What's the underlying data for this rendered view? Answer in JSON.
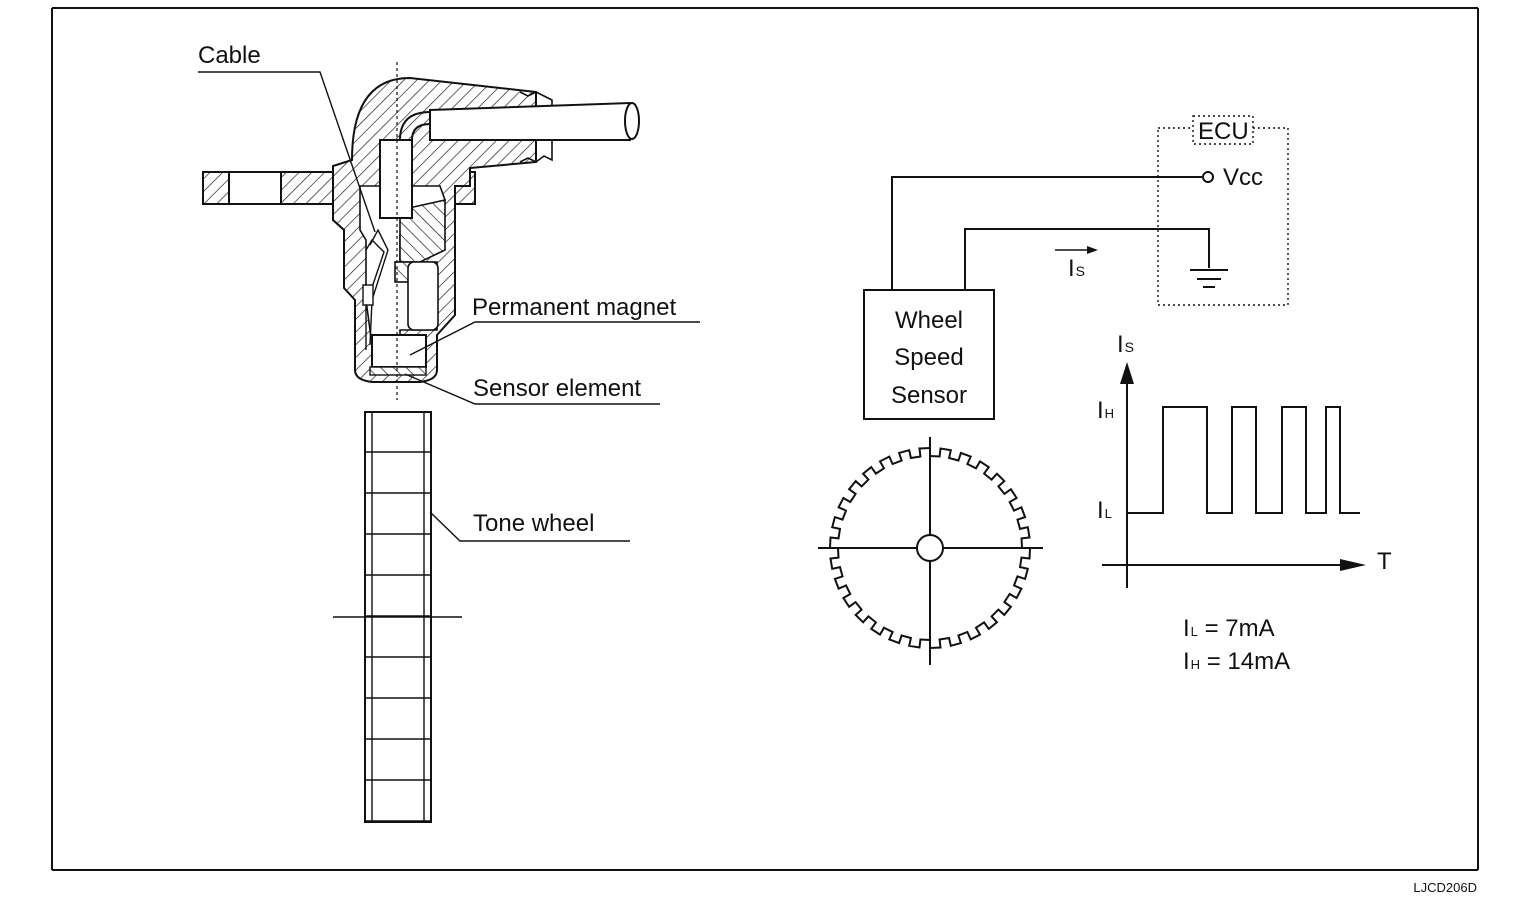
{
  "labels": {
    "cable": "Cable",
    "permanent_magnet": "Permanent magnet",
    "sensor_element": "Sensor element",
    "tone_wheel": "Tone wheel",
    "ecu": "ECU",
    "vcc": "Vcc",
    "is_main": "I",
    "is_sub": "S",
    "wss_line1": "Wheel",
    "wss_line2": "Speed",
    "wss_line3": "Sensor",
    "axis_y_main": "I",
    "axis_y_sub": "S",
    "ih_main": "I",
    "ih_sub": "H",
    "il_main": "I",
    "il_sub": "L",
    "axis_t": "T"
  },
  "formulas": {
    "il": {
      "main": "I",
      "sub": "L",
      "value": " = 7mA"
    },
    "ih": {
      "main": "I",
      "sub": "H",
      "value": " = 14mA"
    }
  },
  "reference_code": "LJCD206D",
  "chart_data": {
    "type": "line",
    "title": "",
    "xlabel": "T",
    "ylabel": "Is",
    "levels": {
      "IL_mA": 7,
      "IH_mA": 14
    }
  }
}
